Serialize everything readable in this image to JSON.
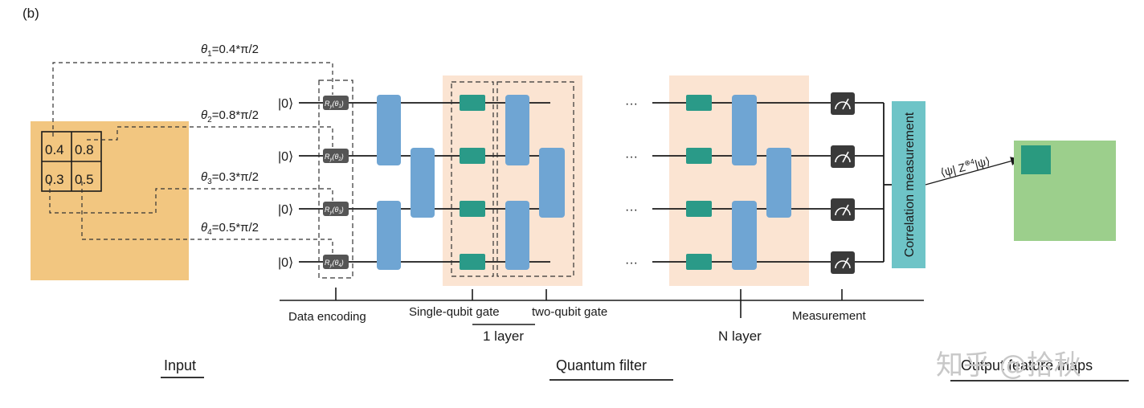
{
  "panel_label": "(b)",
  "input_grid": {
    "cells": [
      {
        "row": 0,
        "col": 0,
        "value": "0.4"
      },
      {
        "row": 0,
        "col": 1,
        "value": "0.8"
      },
      {
        "row": 1,
        "col": 0,
        "value": "0.3"
      },
      {
        "row": 1,
        "col": 1,
        "value": "0.5"
      }
    ]
  },
  "angle_labels": [
    {
      "theta": "θ",
      "sub": "1",
      "expr": "=0.4*π/2"
    },
    {
      "theta": "θ",
      "sub": "2",
      "expr": "=0.8*π/2"
    },
    {
      "theta": "θ",
      "sub": "3",
      "expr": "=0.3*π/2"
    },
    {
      "theta": "θ",
      "sub": "4",
      "expr": "=0.5*π/2"
    }
  ],
  "qubits": [
    {
      "ket": "|0⟩",
      "gate_main": "R",
      "gate_y": "y",
      "gate_arg": "(θ",
      "gate_sub": "1",
      "gate_close": ")"
    },
    {
      "ket": "|0⟩",
      "gate_main": "R",
      "gate_y": "y",
      "gate_arg": "(θ",
      "gate_sub": "2",
      "gate_close": ")"
    },
    {
      "ket": "|0⟩",
      "gate_main": "R",
      "gate_y": "y",
      "gate_arg": "(θ",
      "gate_sub": "3",
      "gate_close": ")"
    },
    {
      "ket": "|0⟩",
      "gate_main": "R",
      "gate_y": "y",
      "gate_arg": "(θ",
      "gate_sub": "4",
      "gate_close": ")"
    }
  ],
  "ellipsis": "···",
  "correlation_label": "Correlation measurement",
  "expectation_label": {
    "pre": "⟨ψ| Z",
    "sup": "⊗4",
    "post": "|ψ⟩"
  },
  "bottom_labels": {
    "data_encoding": "Data encoding",
    "single_qubit_gate": "Single-qubit gate",
    "two_qubit_gate": "two-qubit gate",
    "one_layer": "1 layer",
    "n_layer": "N layer",
    "measurement": "Measurement"
  },
  "section_labels": {
    "input": "Input",
    "quantum_filter": "Quantum filter",
    "output": "Output feature maps"
  },
  "watermark": "知乎 @拾秋",
  "colors": {
    "input_bg": "#f2c680",
    "layer_bg": "#fbe4d2",
    "two_qubit_gate": "#6fa5d3",
    "single_qubit_gate": "#2a9a88",
    "measure_gate": "#3a3a3a",
    "correlation_box": "#6ec4c7",
    "output_bg": "#9ccf8c",
    "output_cell": "#2a9a7f"
  }
}
